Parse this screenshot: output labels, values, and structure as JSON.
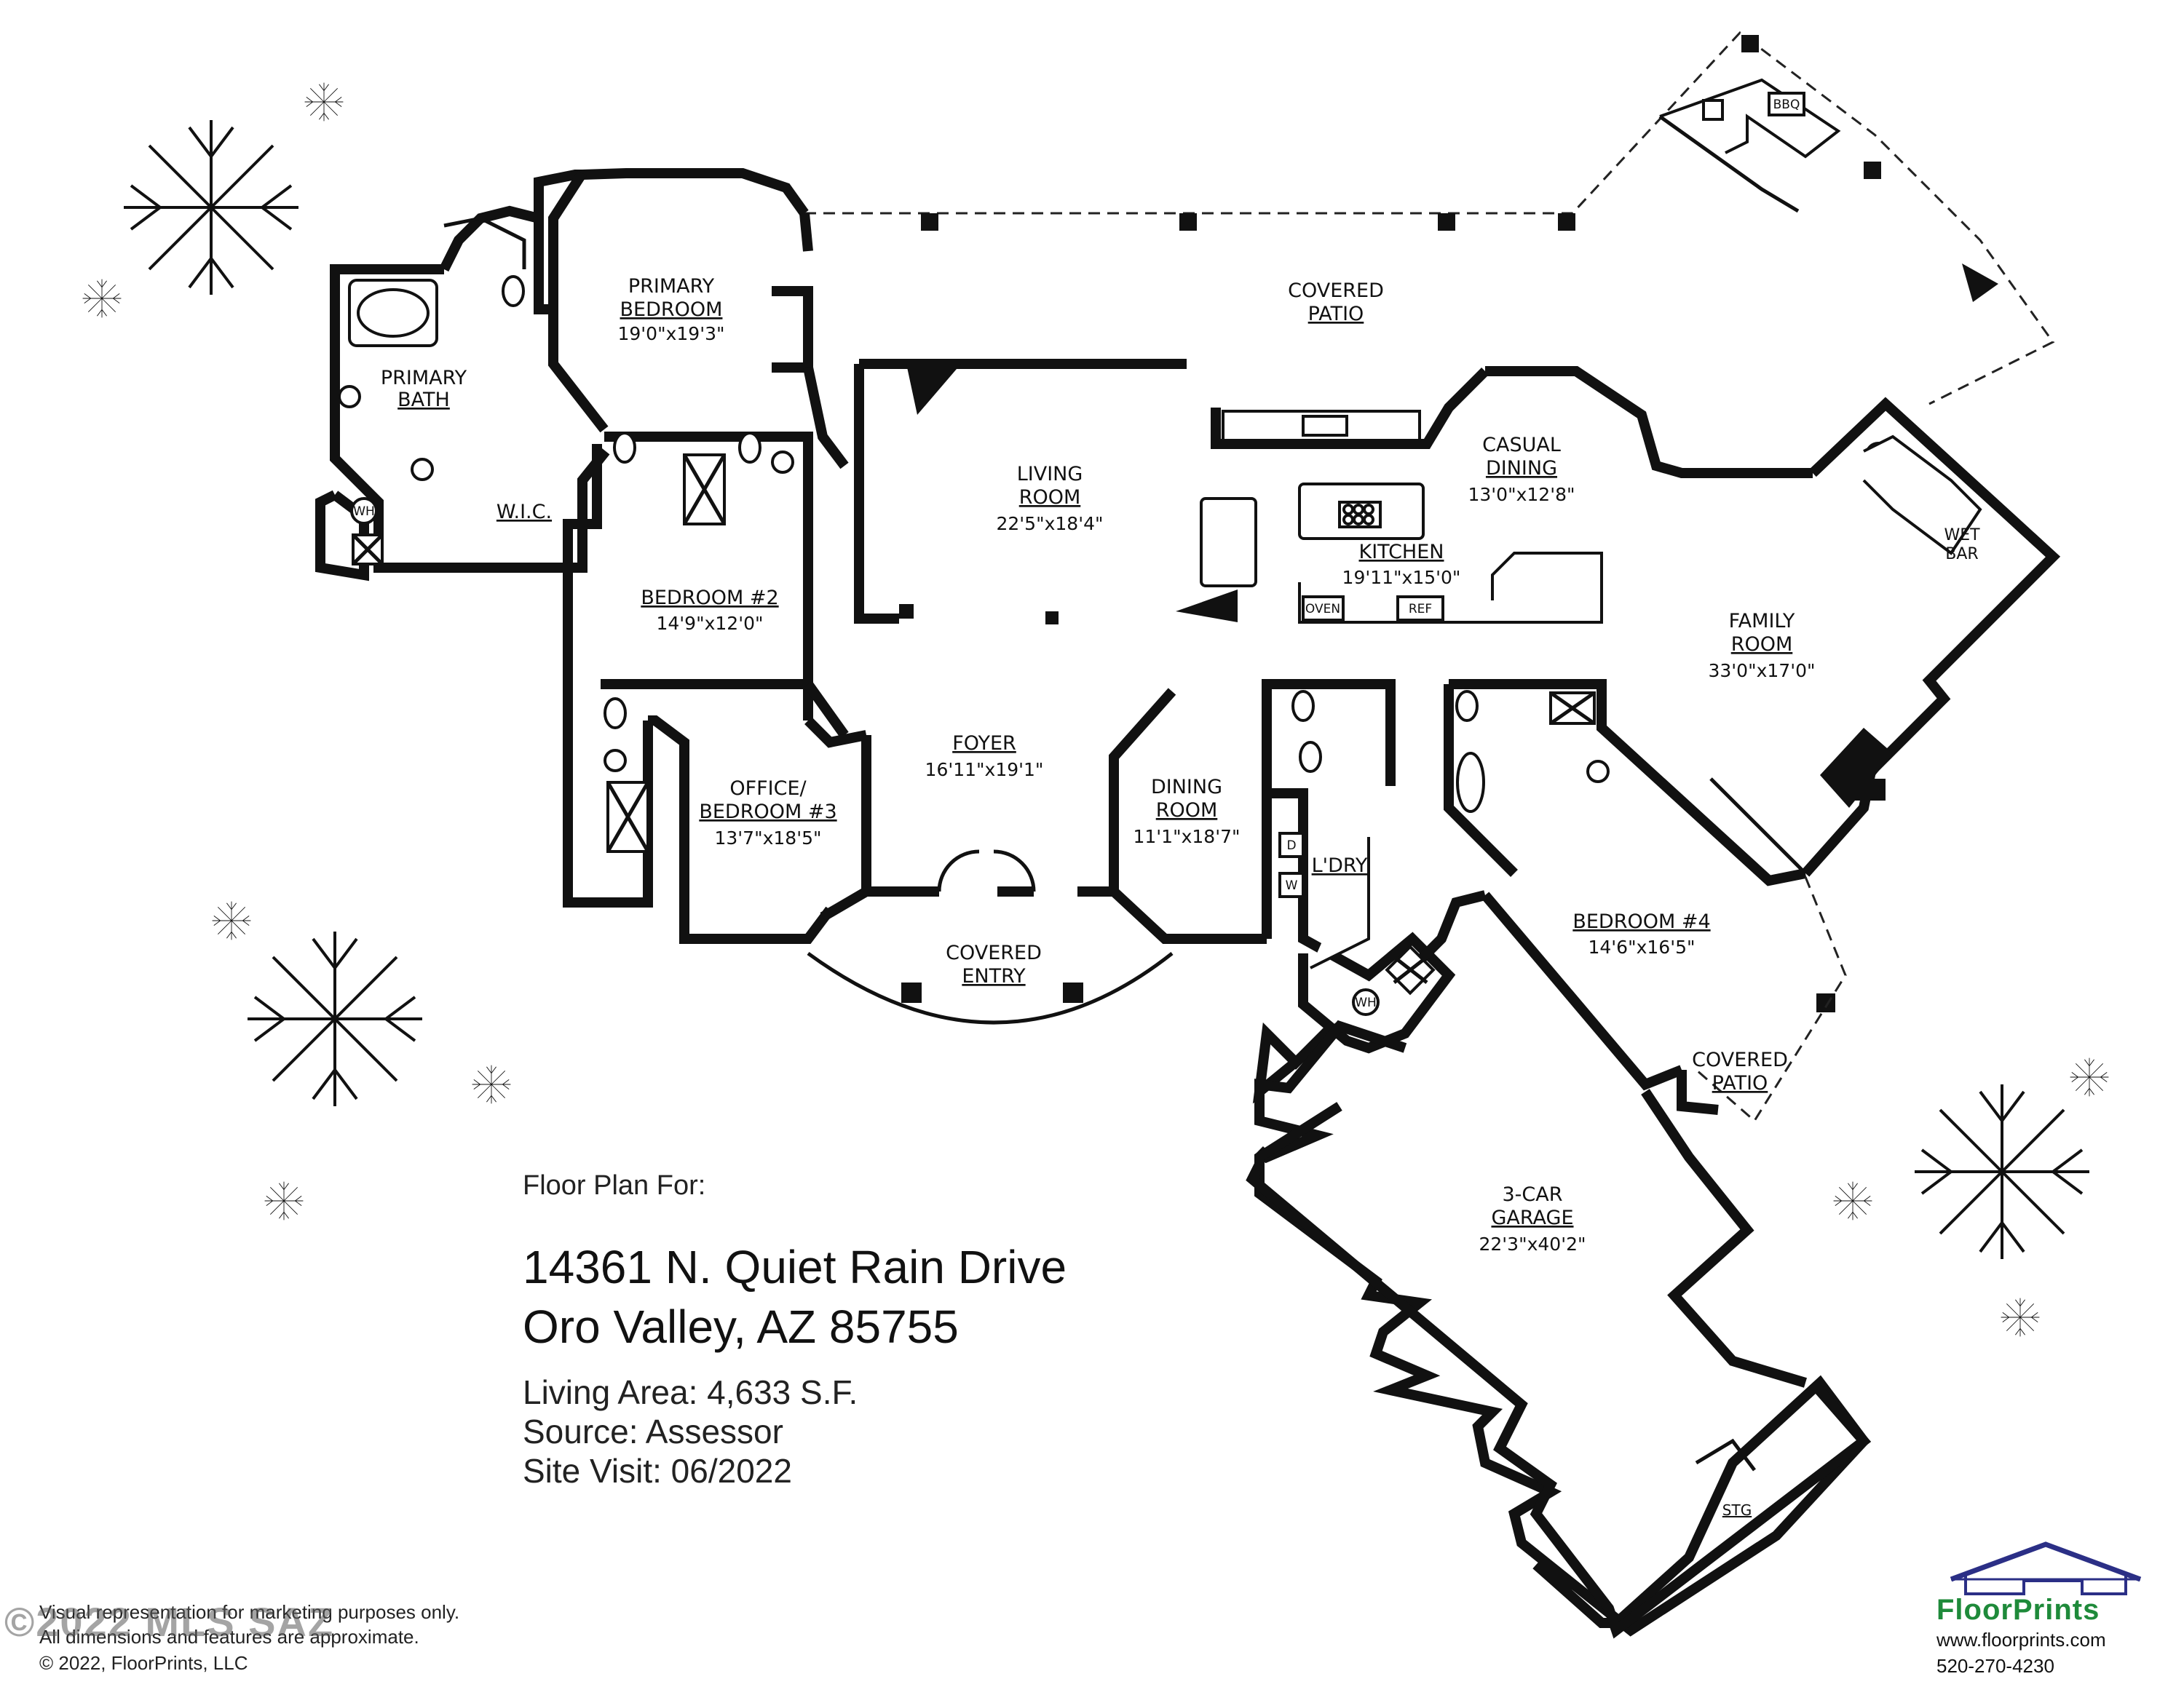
{
  "rooms": [
    {
      "id": "primary-bedroom",
      "name_lines": [
        "PRIMARY",
        "BEDROOM"
      ],
      "dims": "19'0\"x19'3\""
    },
    {
      "id": "primary-bath",
      "name_lines": [
        "PRIMARY",
        "BATH"
      ],
      "dims": ""
    },
    {
      "id": "wic",
      "name_lines": [
        "W.I.C."
      ],
      "dims": ""
    },
    {
      "id": "bedroom-2",
      "name_lines": [
        "BEDROOM #2"
      ],
      "dims": "14'9\"x12'0\""
    },
    {
      "id": "office",
      "name_lines": [
        "OFFICE/",
        "BEDROOM #3"
      ],
      "dims": "13'7\"x18'5\""
    },
    {
      "id": "living-room",
      "name_lines": [
        "LIVING",
        "ROOM"
      ],
      "dims": "22'5\"x18'4\""
    },
    {
      "id": "foyer",
      "name_lines": [
        "FOYER"
      ],
      "dims": "16'11\"x19'1\""
    },
    {
      "id": "dining-room",
      "name_lines": [
        "DINING",
        "ROOM"
      ],
      "dims": "11'1\"x18'7\""
    },
    {
      "id": "covered-patio-main",
      "name_lines": [
        "COVERED",
        "PATIO"
      ],
      "dims": ""
    },
    {
      "id": "casual-dining",
      "name_lines": [
        "CASUAL",
        "DINING"
      ],
      "dims": "13'0\"x12'8\""
    },
    {
      "id": "kitchen",
      "name_lines": [
        "KITCHEN"
      ],
      "dims": "19'11\"x15'0\""
    },
    {
      "id": "family-room",
      "name_lines": [
        "FAMILY",
        "ROOM"
      ],
      "dims": "33'0\"x17'0\""
    },
    {
      "id": "wet-bar",
      "name_lines": [
        "WET",
        "BAR"
      ],
      "dims": ""
    },
    {
      "id": "laundry",
      "name_lines": [
        "L'DRY"
      ],
      "dims": ""
    },
    {
      "id": "covered-entry",
      "name_lines": [
        "COVERED",
        "ENTRY"
      ],
      "dims": ""
    },
    {
      "id": "bedroom-4",
      "name_lines": [
        "BEDROOM #4"
      ],
      "dims": "14'6\"x16'5\""
    },
    {
      "id": "covered-patio-small",
      "name_lines": [
        "COVERED",
        "PATIO"
      ],
      "dims": ""
    },
    {
      "id": "garage",
      "name_lines": [
        "3-CAR",
        "GARAGE"
      ],
      "dims": "22'3\"x40'2\""
    },
    {
      "id": "storage",
      "name_lines": [
        "STG"
      ],
      "dims": ""
    }
  ],
  "fixtures": {
    "wh": "WH",
    "oven": "OVEN",
    "ref": "REF",
    "bbq": "BBQ",
    "dryer": "D",
    "washer": "W"
  },
  "info": {
    "heading": "Floor Plan For:",
    "address_line1": "14361 N. Quiet Rain Drive",
    "address_line2": "Oro Valley, AZ  85755",
    "living_area": "Living Area:  4,633 S.F.",
    "source": "Source:  Assessor",
    "site_visit": "Site Visit:  06/2022"
  },
  "footer": {
    "line1": "Visual representation for marketing purposes only.",
    "line2": "All dimensions and features are approximate.",
    "line3": "© 2022, FloorPrints, LLC"
  },
  "watermark": "©2022 MLS SAZ",
  "brand": {
    "name": "FloorPrints",
    "website": "www.floorprints.com",
    "phone": "520-270-4230",
    "color_name": "#1e8a3a",
    "color_roof": "#2b2f86"
  }
}
